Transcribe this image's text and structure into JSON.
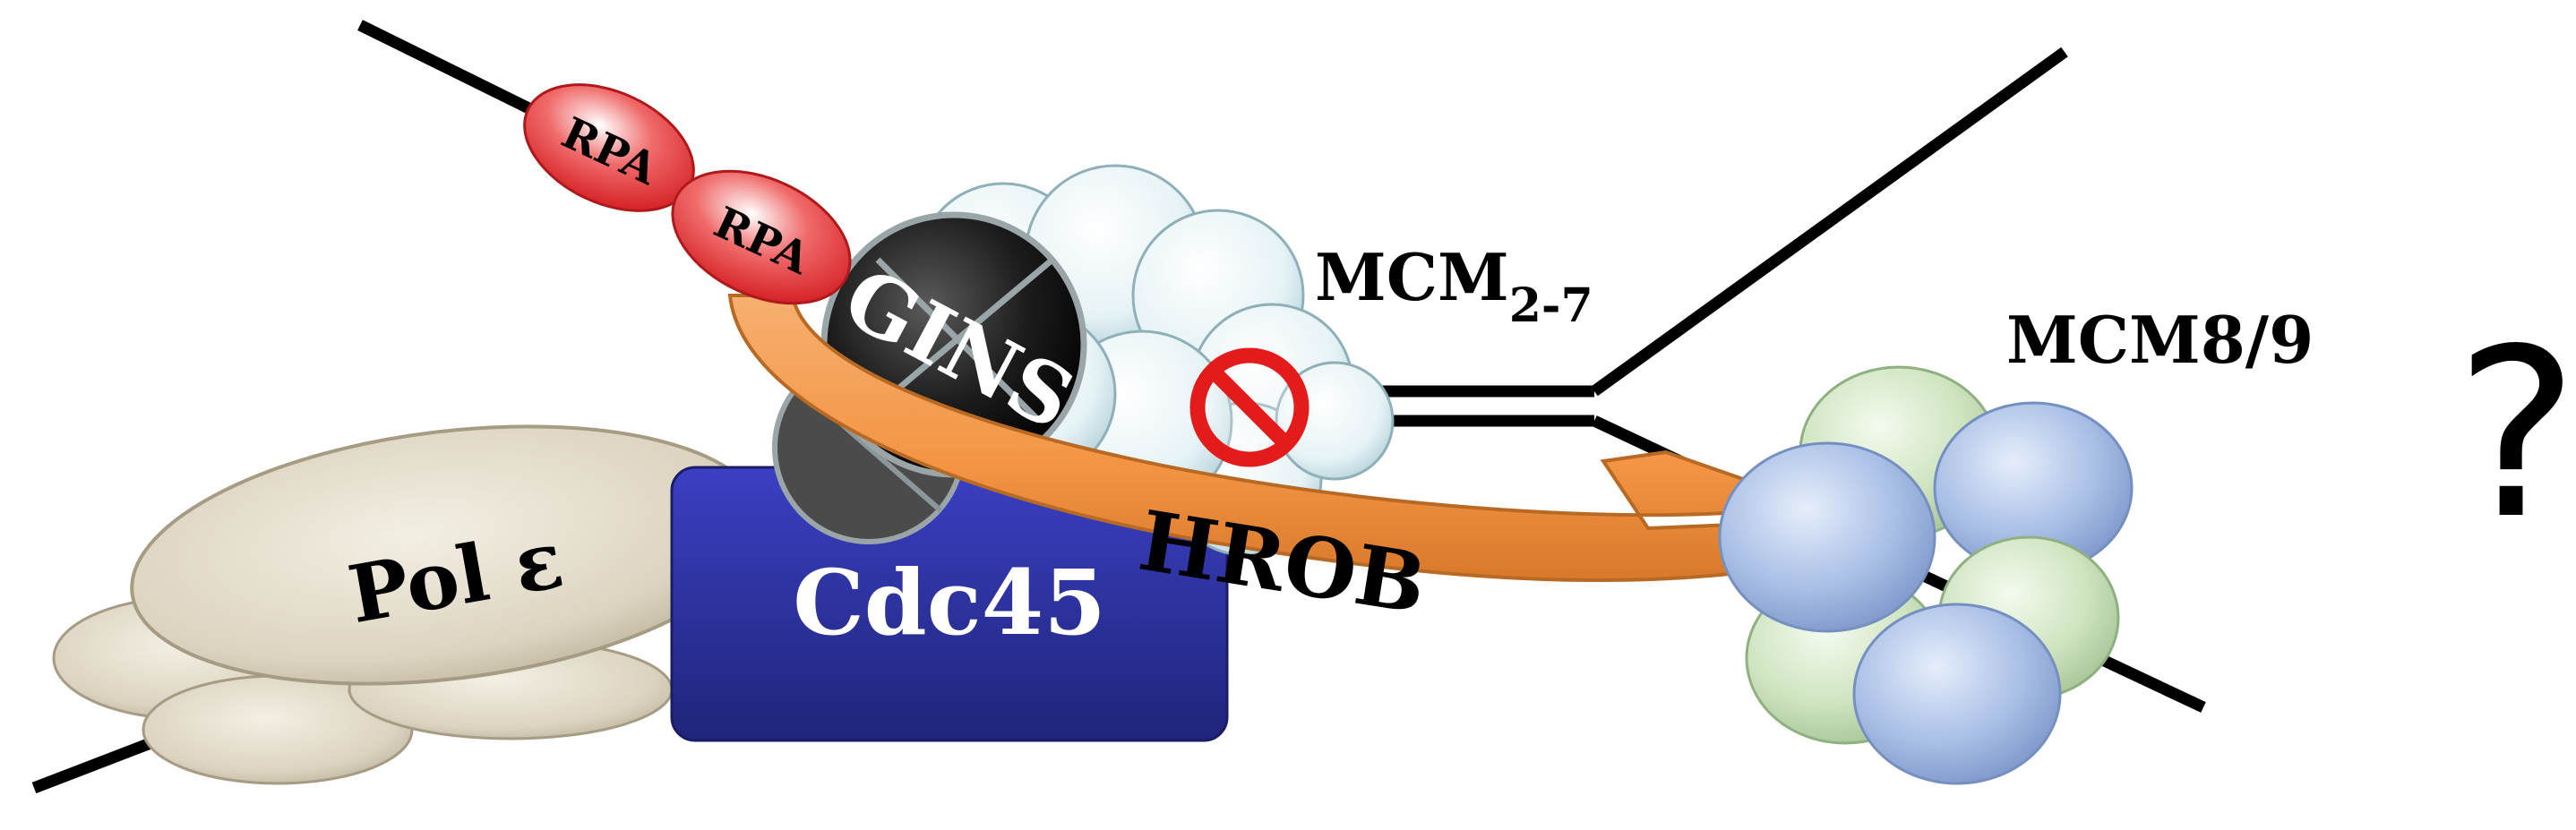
{
  "labels": {
    "rpa1": "RPA",
    "rpa2": "RPA",
    "gins": "GINS",
    "mcm27_main": "MCM",
    "mcm27_sub": "2-7",
    "mcm89": "MCM8/9",
    "question": "?",
    "pol": "Pol ε",
    "cdc45": "Cdc45",
    "hrob": "HROB"
  },
  "colors": {
    "dna": "#000000",
    "rpa": "#e8282a",
    "gins": "#1c1c1c",
    "mcm27": "#e6f2f5",
    "mcm89_blue": "#a9bfe6",
    "mcm89_green": "#cfe4c0",
    "pol": "#dcd4c0",
    "cdc45": "#2b2f9e",
    "hrob": "#f39443",
    "inhibition": "#e31b1b"
  },
  "icons": {
    "inhibition": "no-entry-icon"
  }
}
